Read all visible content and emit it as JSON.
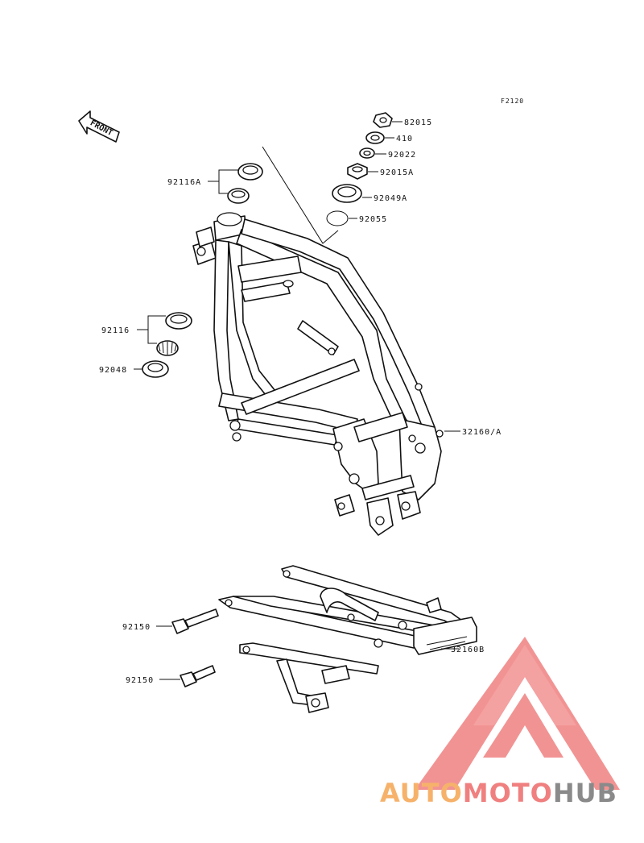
{
  "figure_code": "F2120",
  "front_label": "FRONT",
  "parts": {
    "p82015": "82015",
    "p410": "410",
    "p92022": "92022",
    "p92015A": "92015A",
    "p92049A": "92049A",
    "p92055": "92055",
    "p92116A": "92116A",
    "p92116": "92116",
    "p92048": "92048",
    "p32160A": "32160/A",
    "p92150a": "92150",
    "p92150b": "92150",
    "p32160B": "32160B"
  },
  "watermark": {
    "part1": "AUTO",
    "part2": "MOTO",
    "part3": "HUB",
    "colors": {
      "auto": "#f6b26b",
      "moto": "#f08080",
      "hub": "#8a8a8a",
      "logo": "#f08080"
    }
  }
}
